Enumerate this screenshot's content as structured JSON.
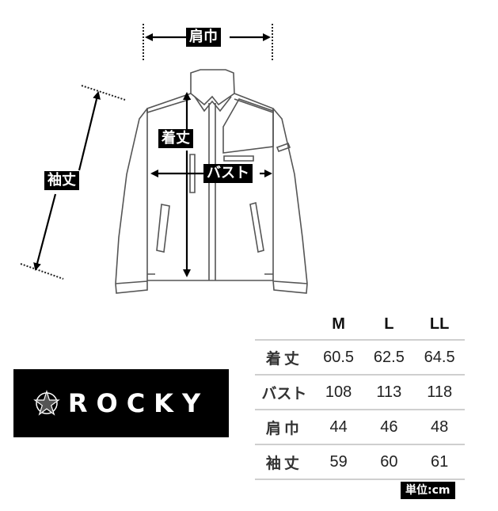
{
  "diagram": {
    "labels": {
      "shoulder": "肩巾",
      "length": "着丈",
      "bust": "バスト",
      "sleeve": "袖丈"
    }
  },
  "logo": {
    "text": "ROCKY",
    "icon": "compass-star-icon"
  },
  "size_table": {
    "columns": [
      "M",
      "L",
      "LL"
    ],
    "rows": [
      {
        "label": "着丈",
        "values": [
          "60.5",
          "62.5",
          "64.5"
        ]
      },
      {
        "label": "バスト",
        "values": [
          "108",
          "113",
          "118"
        ]
      },
      {
        "label": "肩巾",
        "values": [
          "44",
          "46",
          "48"
        ]
      },
      {
        "label": "袖丈",
        "values": [
          "59",
          "60",
          "61"
        ]
      }
    ],
    "unit": "単位:cm"
  }
}
